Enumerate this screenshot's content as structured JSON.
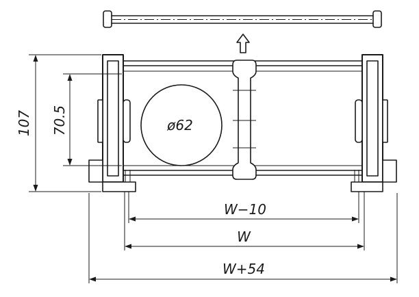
{
  "dimensions": {
    "overall_height": "107",
    "inner_height": "70.5",
    "diameter": "ø62",
    "width_minus_10": "W−10",
    "width": "W",
    "width_plus_54": "W+54"
  },
  "icons": {
    "lift_arrow": "up-arrow-icon"
  }
}
